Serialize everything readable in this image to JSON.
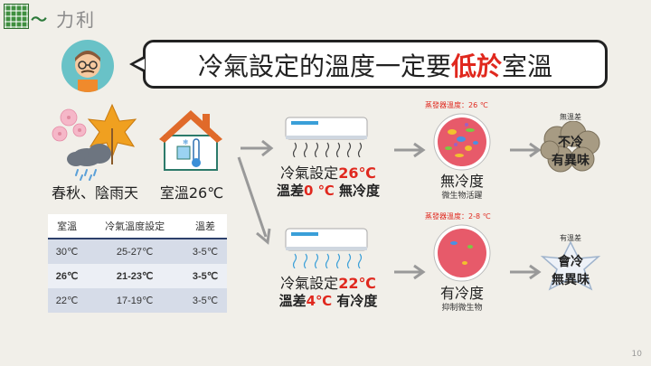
{
  "logo": {
    "text": "力利"
  },
  "headline": {
    "prefix": "冷氣設定的溫度一定要",
    "highlight": "低於",
    "suffix": "室溫"
  },
  "left": {
    "weather_label": "春秋、陰雨天",
    "room_label": "室溫26℃"
  },
  "table": {
    "headers": [
      "室溫",
      "冷氣溫度設定",
      "溫差"
    ],
    "rows": [
      [
        "30℃",
        "25-27℃",
        "3-5℃"
      ],
      [
        "26℃",
        "21-23℃",
        "3-5℃"
      ],
      [
        "22℃",
        "17-19℃",
        "3-5℃"
      ]
    ]
  },
  "top_path": {
    "ac_label_prefix": "冷氣設定",
    "ac_label_value": "26℃",
    "diff_prefix": "溫差",
    "diff_value": "0 ℃",
    "diff_suffix": "無冷度",
    "evap_label": "蒸發器溫度：26 ℃",
    "evap_title": "無冷度",
    "evap_sub": "微生物活躍",
    "result_tag": "無溫差",
    "result_text_1": "不冷",
    "result_text_2": "有異味"
  },
  "bottom_path": {
    "ac_label_prefix": "冷氣設定",
    "ac_label_value": "22℃",
    "diff_prefix": "溫差",
    "diff_value": "4℃",
    "diff_suffix": "有冷度",
    "evap_label": "蒸發器溫度：2-8 ℃",
    "evap_title": "有冷度",
    "evap_sub": "抑制微生物",
    "result_tag": "有溫差",
    "result_text_1": "會冷",
    "result_text_2": "無異味"
  },
  "page_number": "10",
  "colors": {
    "accent_red": "#e0281e",
    "table_header_line": "#2c3f6b",
    "table_row": "#d6dce8"
  }
}
